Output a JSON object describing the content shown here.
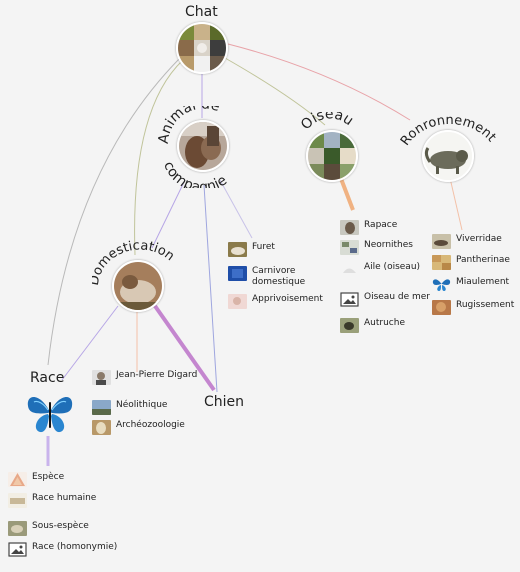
{
  "nodes": {
    "chat": {
      "label": "Chat"
    },
    "animal": {
      "label": "Animal de compagnie",
      "line1": "Animal de",
      "line2": "compagnie"
    },
    "oiseau": {
      "label": "Oiseau"
    },
    "ronron": {
      "label": "Ronronnement"
    },
    "domestication": {
      "label": "Domestication"
    },
    "race": {
      "label": "Race"
    },
    "chien": {
      "label": "Chien"
    }
  },
  "lists": {
    "animal": [
      "Furet",
      "Carnivore domestique",
      "Apprivoisement"
    ],
    "oiseau": [
      "Rapace",
      "Neornithes",
      "Aile (oiseau)",
      "Oiseau de mer",
      "Autruche"
    ],
    "ronron": [
      "Viverridae",
      "Pantherinae",
      "Miaulement",
      "Rugissement"
    ],
    "domestication": [
      "Jean-Pierre Digard",
      "Néolithique",
      "Archéozoologie"
    ],
    "race": [
      "Espèce",
      "Race humaine",
      "Sous-espèce",
      "Race (homonymie)"
    ]
  },
  "colors": {
    "background": "#f4f4f4",
    "edge_gray": "#b9b9b9",
    "edge_purple": "#b7a6e6",
    "edge_pink": "#c486cf",
    "edge_orange": "#f0b282",
    "edge_olive": "#c0c49a",
    "edge_rose": "#e8a3a8",
    "edge_blue": "#9fa6df"
  }
}
